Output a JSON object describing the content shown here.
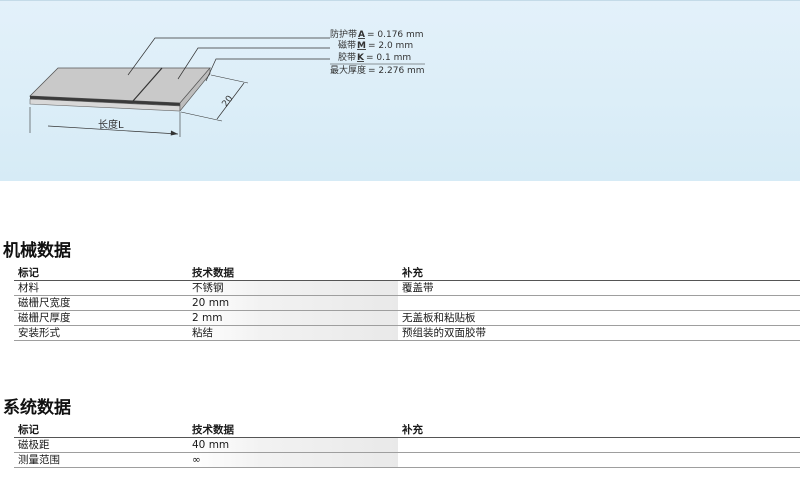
{
  "figure": {
    "rows": [
      {
        "label": "防护带",
        "letter": "A",
        "value": "= 0.176 mm"
      },
      {
        "label": "磁带",
        "letter": "M",
        "value": "= 2.0   mm"
      },
      {
        "label": "胶带",
        "letter": "K",
        "value": "= 0.1   mm"
      },
      {
        "label": "最大厚度",
        "letter": "",
        "value": "= 2.276 mm"
      }
    ],
    "width_label": "20",
    "length_label": "长度L"
  },
  "mechanical": {
    "title": "机械数据",
    "headers": [
      "标记",
      "技术数据",
      "补充"
    ],
    "rows": [
      [
        "材料",
        "不锈钢",
        "覆盖带"
      ],
      [
        "磁栅尺宽度",
        "20 mm",
        ""
      ],
      [
        "磁栅尺厚度",
        "2 mm",
        "无盖板和粘贴板"
      ],
      [
        "安装形式",
        "粘结",
        "预组装的双面胶带"
      ]
    ]
  },
  "system": {
    "title": "系统数据",
    "headers": [
      "标记",
      "技术数据",
      "补充"
    ],
    "rows": [
      [
        "磁极距",
        "40 mm",
        ""
      ],
      [
        "测量范围",
        "∞",
        ""
      ]
    ]
  }
}
